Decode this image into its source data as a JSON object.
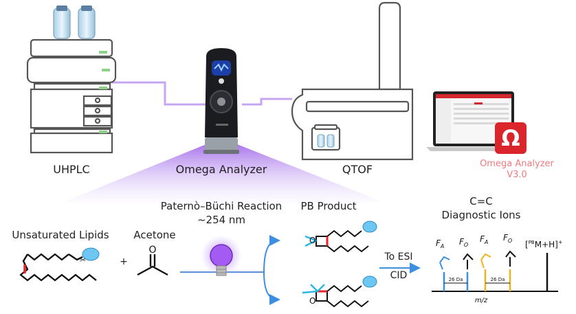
{
  "instruments": {
    "uhplc": "UHPLC",
    "omega": "Omega Analyzer",
    "qtof": "QTOF",
    "software_name": "Omega Analyzer",
    "software_version": "V3.0"
  },
  "reaction": {
    "lipids": "Unsaturated Lipids",
    "plus": "+",
    "acetone": "Acetone",
    "reaction_name": "Paternò–Büchi Reaction",
    "wavelength": "~254 nm",
    "product": "PB Product",
    "to_esi": "To ESI",
    "cid": "CID"
  },
  "spectrum": {
    "title_line1": "C=C",
    "title_line2": "Diagnostic Ions",
    "fa_label": "F",
    "fa_sub": "A",
    "fo_label": "F",
    "fo_sub": "O",
    "delta1": "26 Da",
    "delta2": "26 Da",
    "xaxis": "m/z",
    "precursor": "[PBM+H]+",
    "precursor_sup": "PB",
    "precursor_main": "M+H]",
    "precursor_plus": "+",
    "precursor_open": "["
  },
  "colors": {
    "purple": "#b78cf0",
    "blue": "#3b8ee0",
    "gold": "#f2b21e",
    "red": "#e8232a",
    "cyan": "#29b6e8",
    "droplet": "#6ec6f2"
  }
}
